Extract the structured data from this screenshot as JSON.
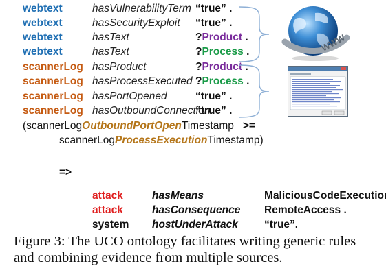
{
  "triples": [
    {
      "subject": "webtext",
      "predicate": "hasVulnerabilityTerm",
      "object": "“true” .",
      "subject_color": "blue",
      "object_color": "black"
    },
    {
      "subject": "webtext",
      "predicate": "hasSecurityExploit",
      "object": "“true” .",
      "subject_color": "blue",
      "object_color": "black"
    },
    {
      "subject": "webtext",
      "predicate": "hasText",
      "object_prefix": "?",
      "object": "Product",
      "object_suffix": " .",
      "subject_color": "blue",
      "object_color": "purple"
    },
    {
      "subject": "webtext",
      "predicate": "hasText",
      "object_prefix": "?",
      "object": "Process",
      "object_suffix": " .",
      "subject_color": "blue",
      "object_color": "green"
    },
    {
      "subject": "scannerLog",
      "predicate": "hasProduct",
      "object_prefix": "?",
      "object": "Product",
      "object_suffix": " .",
      "subject_color": "orange",
      "object_color": "purple"
    },
    {
      "subject": "scannerLog",
      "predicate": "hasProcessExecuted",
      "object_prefix": "?",
      "object": "Process",
      "object_suffix": " .",
      "subject_color": "orange",
      "object_color": "green"
    },
    {
      "subject": "scannerLog",
      "predicate": "hasPortOpened",
      "object": "“true” .",
      "subject_color": "orange",
      "object_color": "black"
    },
    {
      "subject": "scannerLog",
      "predicate": "hasOutboundConnection",
      "object": "“true” .",
      "subject_color": "orange",
      "object_color": "black"
    }
  ],
  "condition": {
    "line1_open": "(scannerLog",
    "line1_hl": "OutboundPortOpen",
    "line1_tail": "Timestamp",
    "line1_op": ">=",
    "line2_pre": "scannerLog",
    "line2_hl": "ProcessExecution",
    "line2_tail": "Timestamp)"
  },
  "implies": "=>",
  "conclusions": [
    {
      "subject": "attack",
      "predicate": "hasMeans",
      "object": "MaliciousCodeExecution .",
      "subject_color": "red"
    },
    {
      "subject": "attack",
      "predicate": "hasConsequence",
      "object": "RemoteAccess .",
      "subject_color": "red"
    },
    {
      "subject": "system",
      "predicate": "hostUnderAttack",
      "object": "“true”.",
      "subject_color": "black"
    }
  ],
  "caption": "Figure 3: The UCO ontology facilitates writing generic rules and combining evidence from multiple sources.",
  "images": {
    "top": "globe-www-icon",
    "bottom": "scanner-window-screenshot"
  }
}
